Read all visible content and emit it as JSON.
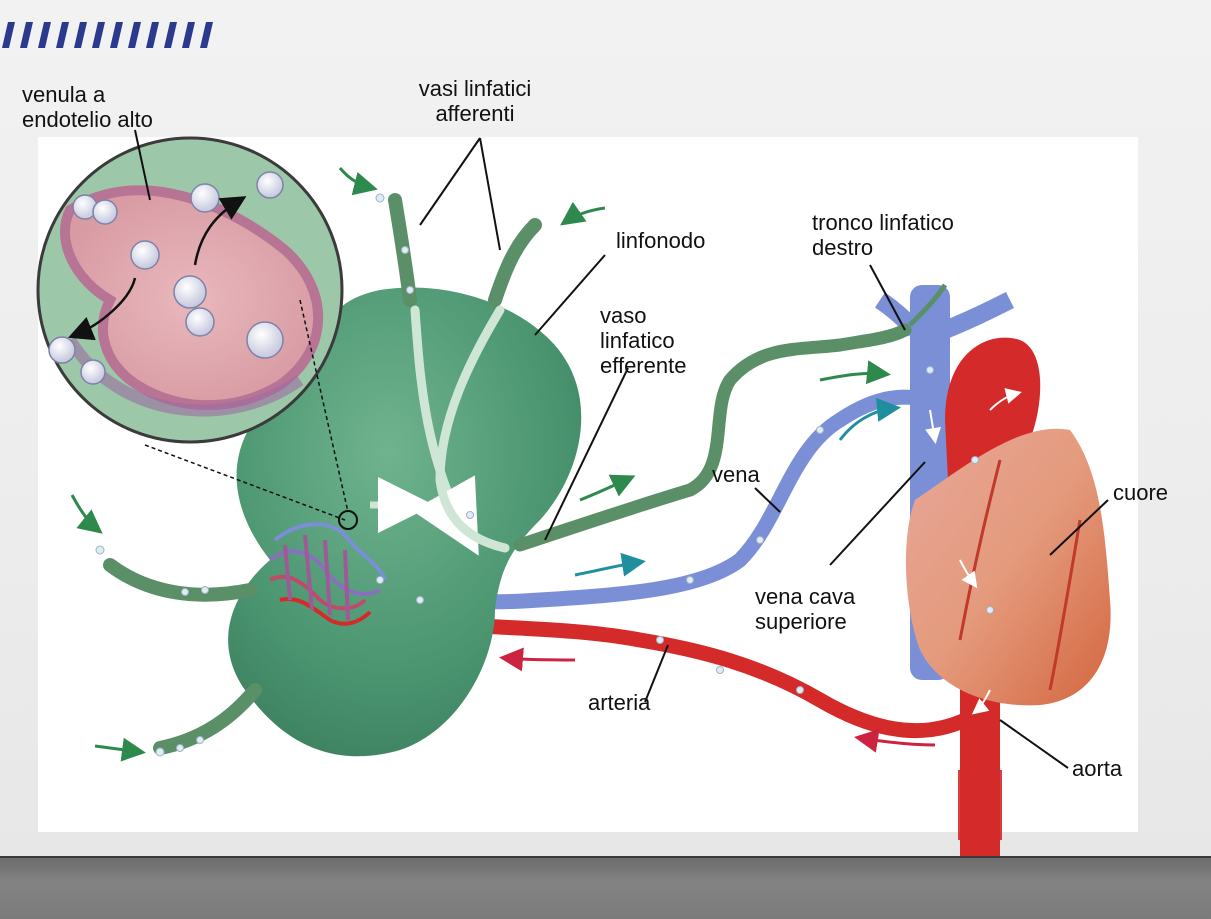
{
  "labels": {
    "venula": "venula a\nendotelio alto",
    "vasi_afferenti": "vasi linfatici\nafferenti",
    "linfonodo": "linfonodo",
    "vaso_efferente": "vaso\nlinfatico\nefferente",
    "tronco": "tronco linfatico\ndestro",
    "vena": "vena",
    "cuore": "cuore",
    "vena_cava": "vena cava\nsuperiore",
    "arteria": "arteria",
    "aorta": "aorta"
  },
  "colors": {
    "node_green": "#4f9a74",
    "lymph_green": "#5a8f68",
    "vein_blue": "#7b8fd6",
    "artery_red": "#d42a2a",
    "arrow_green": "#2e8a4c",
    "arrow_teal": "#1f8fa0",
    "arrow_red": "#cc2440",
    "stripe_blue": "#2b3a8f"
  }
}
